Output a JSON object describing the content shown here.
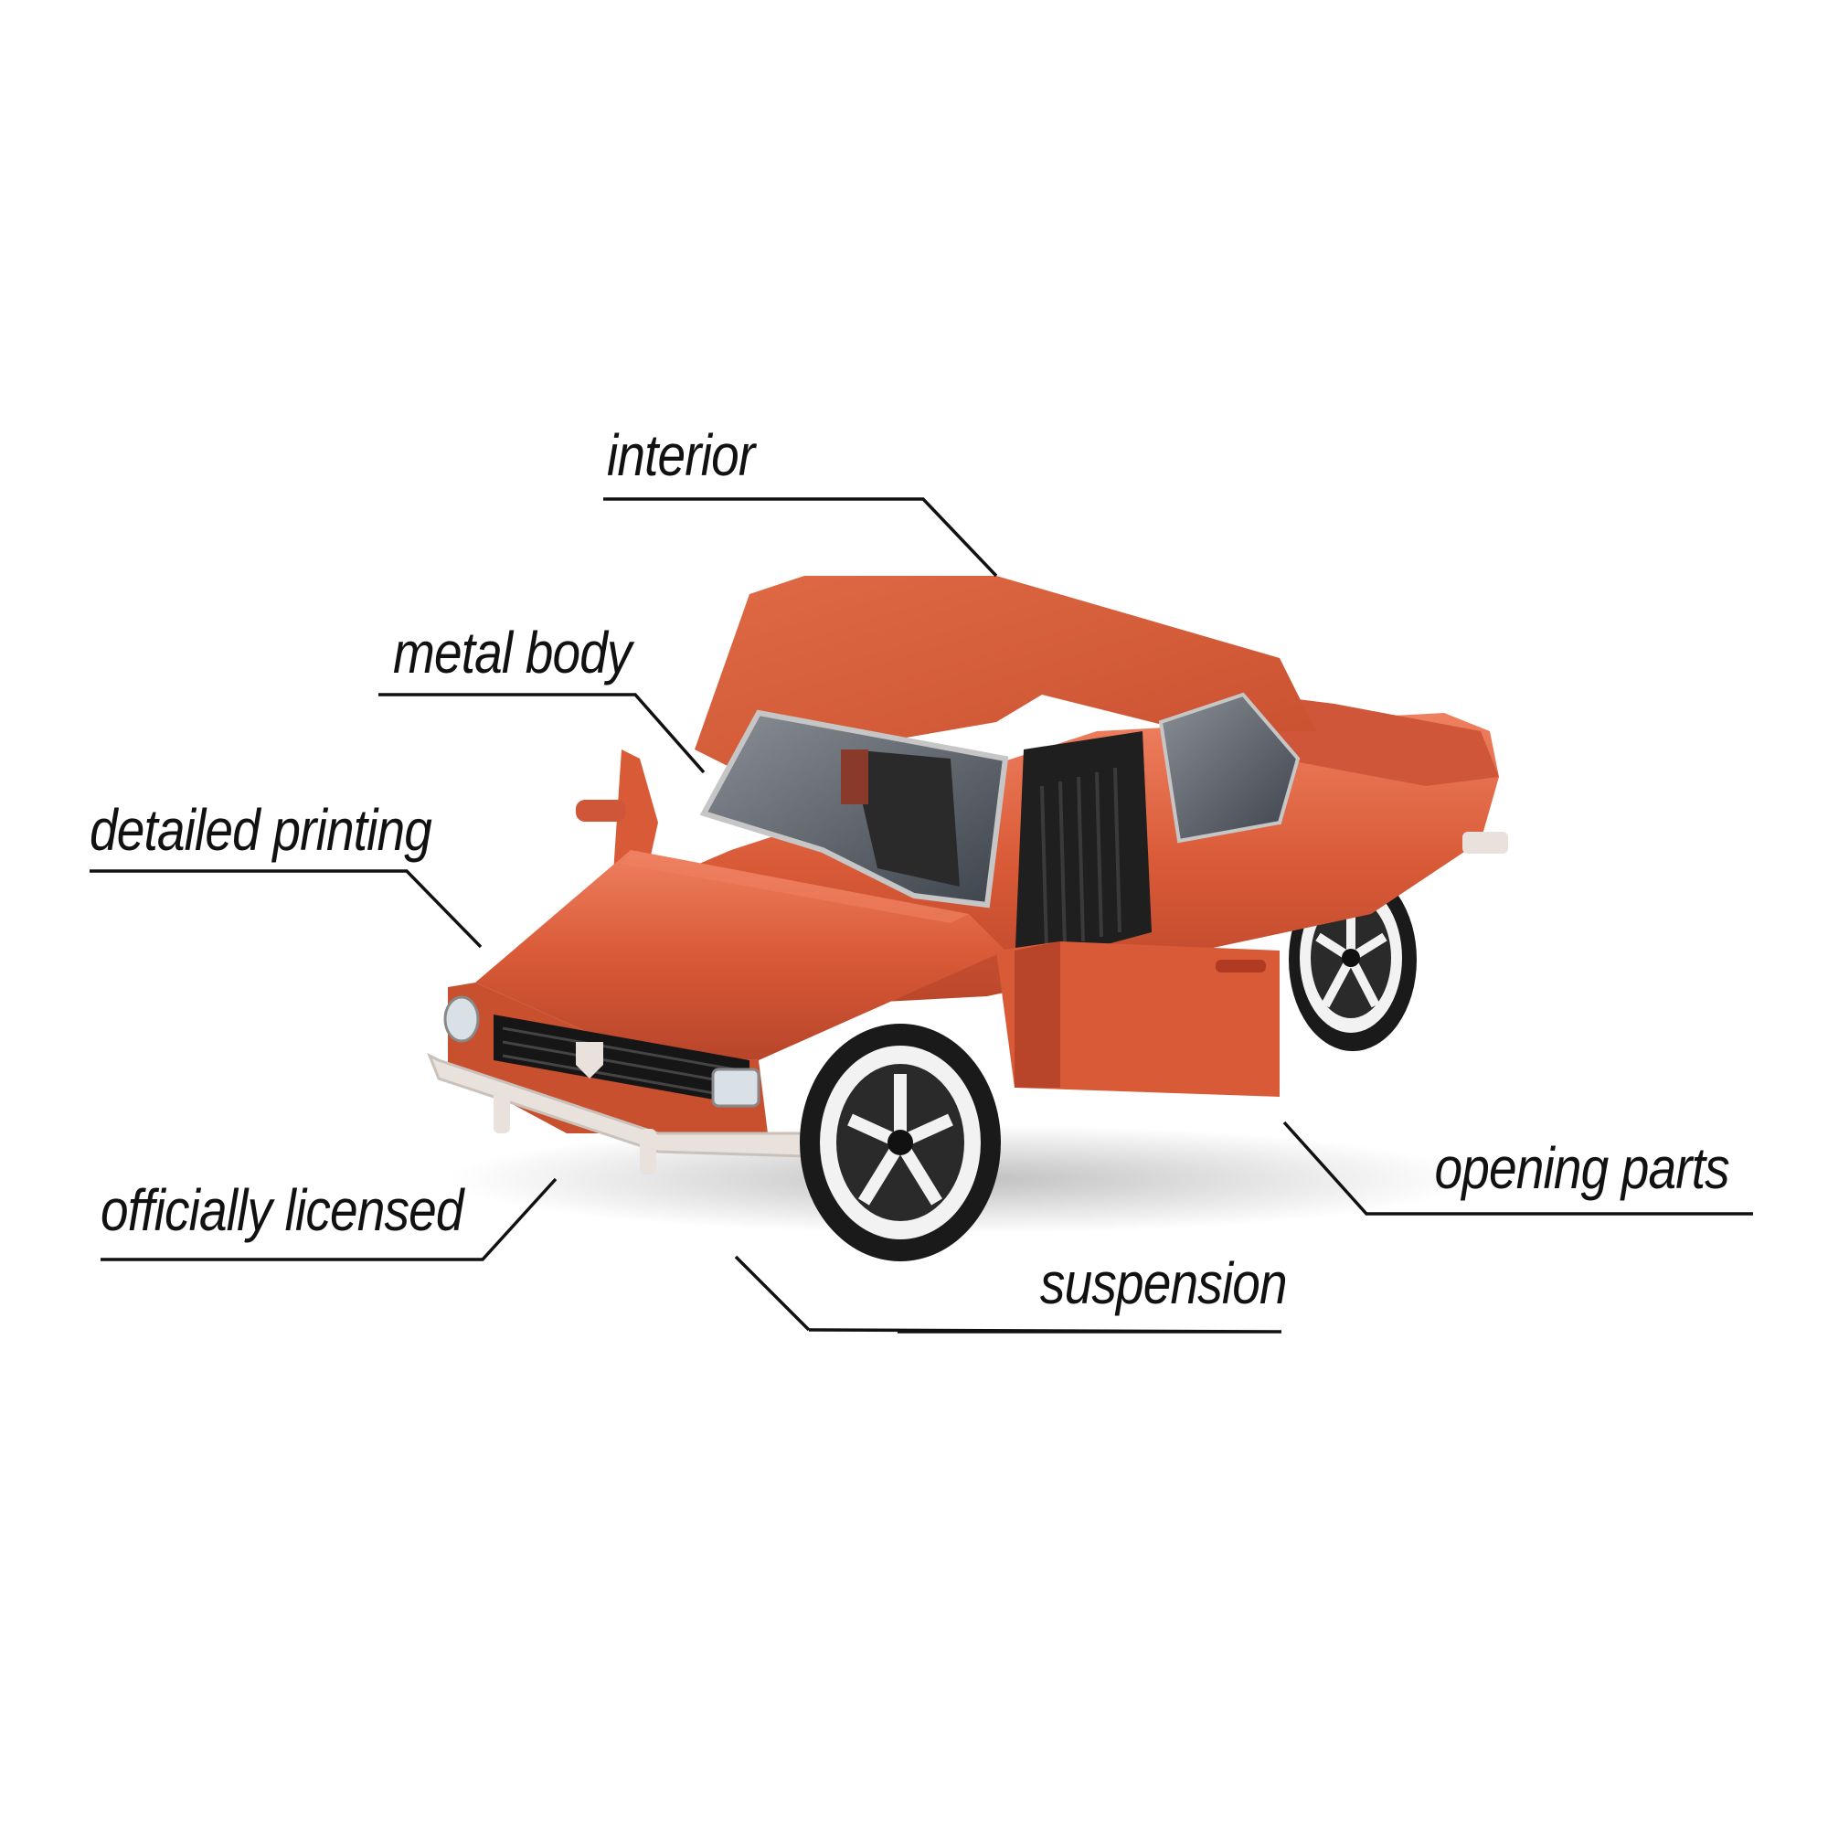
{
  "callouts": {
    "interior": "interior",
    "metal_body": "metal body",
    "detailed_printing": "detailed printing",
    "officially_licensed": "officially licensed",
    "suspension": "suspension",
    "opening_parts": "opening parts"
  },
  "colors": {
    "body": "#d95a37",
    "body_shadow": "#b8452a",
    "body_highlight": "#ee8060",
    "bumper": "#e9e2dc",
    "tire": "#1a1a1a",
    "rim": "#f2f2f2",
    "glass": "#5b6470",
    "interior": "#2a2a2a",
    "line": "#111111"
  }
}
